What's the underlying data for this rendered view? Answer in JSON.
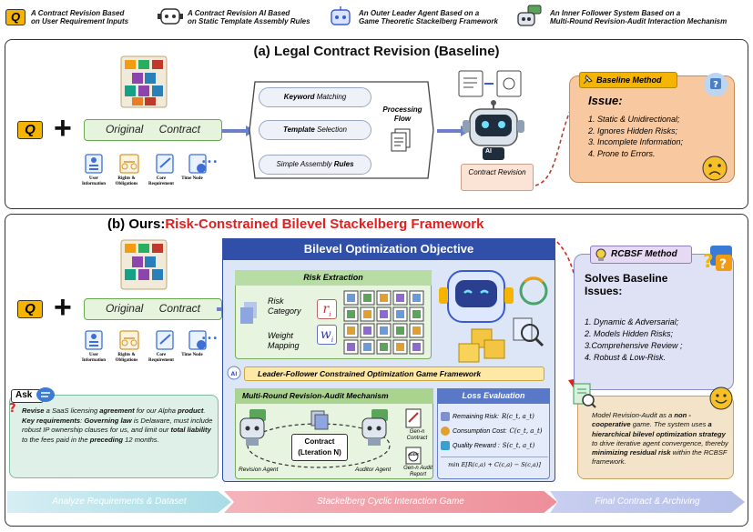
{
  "legend": {
    "items": [
      {
        "line1": "A Contract Revision Based",
        "line2": "on User Requirement Inputs",
        "icon": "q-badge-icon"
      },
      {
        "line1": "A Contract Revision AI Based",
        "line2": "on Static Template Assembly Rules",
        "icon": "robot-template-icon"
      },
      {
        "line1": "An Outer Leader Agent Based on a",
        "line2": "Game Theoretic Stackelberg Framework",
        "icon": "leader-robot-icon"
      },
      {
        "line1": "An Inner Follower System Based on a",
        "line2": "Multi-Round Revision-Audit Interaction Mechanism",
        "icon": "follower-system-icon"
      }
    ],
    "q_letter": "Q"
  },
  "panel_a": {
    "title": "(a) Legal Contract Revision (Baseline)",
    "q_letter": "Q",
    "original_contract": "Original Contract",
    "inputs": [
      "User Information",
      "Rights & Obligations",
      "Core Requirement",
      "Time Node"
    ],
    "ellipsis": "• • •",
    "steps": [
      {
        "bold": "Keyword",
        "rest": " Matching"
      },
      {
        "bold": "Template",
        "rest": " Selection"
      },
      {
        "bold": "Rules",
        "pre": "Simple Assembly "
      }
    ],
    "processing_flow": "Processing Flow",
    "robot_label": "AI",
    "revision_box": "Contract Revision",
    "baseline_method": "Baseline Method",
    "issue_title": "Issue:",
    "issues": [
      "1. Static & Unidirectional;",
      "2. Ignores Hidden Risks;",
      "3. Incomplete Information;",
      "4. Prone to Errors."
    ]
  },
  "panel_b": {
    "title_prefix": "(b) Ours:",
    "title_highlight": "Risk-Constrained Bilevel Stackelberg Framework",
    "q_letter": "Q",
    "original_contract": "Original Contract",
    "inputs": [
      "User Information",
      "Rights & Obligations",
      "Core Requirement",
      "Time Node"
    ],
    "ellipsis": "• • •",
    "ask_label": "Ask",
    "ask_text_parts": [
      {
        "b": true,
        "t": "Revise"
      },
      {
        "b": false,
        "t": " a SaaS licensing "
      },
      {
        "b": true,
        "t": "agreement"
      },
      {
        "b": false,
        "t": " for our Alpha "
      },
      {
        "b": true,
        "t": "product"
      },
      {
        "b": false,
        "t": ". "
      },
      {
        "b": true,
        "t": "Key requirements"
      },
      {
        "b": false,
        "t": ": "
      },
      {
        "b": true,
        "t": "Governing law"
      },
      {
        "b": false,
        "t": " is Delaware, must include robust IP ownership clauses for us, and limit our "
      },
      {
        "b": true,
        "t": "total liability"
      },
      {
        "b": false,
        "t": " to the fees paid in the "
      },
      {
        "b": true,
        "t": "preceding"
      },
      {
        "b": false,
        "t": " 12 months."
      }
    ],
    "bilevel_title": "Bilevel Optimization Objective",
    "risk_extraction": "Risk Extraction",
    "risk_category": "Risk Category",
    "weight_mapping": "Weight Mapping",
    "r_symbol": "r",
    "r_sub": "i",
    "w_symbol": "w",
    "w_sub": "i",
    "ai_badge": "AI",
    "leader_follower": "Leader-Follower Constrained Optimization Game Framework",
    "multi_round": "Multi-Round Revision-Audit Mechanism",
    "contract_card_line1": "Contract",
    "contract_card_line2": "(Lteration N)",
    "revision_agent": "Revision Agent",
    "auditor_agent": "Auditor Agent",
    "gen_contract_l1": "Gen-n",
    "gen_contract_l2": "Contract",
    "gen_audit_l1": "Gen-n Audit",
    "gen_audit_l2": "Report",
    "audit_icon_text": "AUDIT",
    "loss_title": "Loss Evaluation",
    "loss_items": [
      {
        "label": "Remaining Risk:",
        "formula": "R(c_t, a_t)"
      },
      {
        "label": "Consumption Cost:",
        "formula": "C(c_t, a_t)"
      },
      {
        "label": "Quality Reward :",
        "formula": "S(c_t, a_t)"
      }
    ],
    "loss_formula": "min E[R(c,a) + C(c,a) − S(c,a)]",
    "rcbsf_method": "RCBSF Method",
    "solves_title": "Solves Baseline Issues:",
    "solves": [
      "1. Dynamic & Adversarial;",
      "2. Models Hidden Risks;",
      "3.Comprehensive Review ;",
      "4. Robust & Low-Risk."
    ],
    "model_text_parts": [
      {
        "b": false,
        "t": "Model Revision-Audit as a "
      },
      {
        "b": true,
        "t": "non -cooperative"
      },
      {
        "b": false,
        "t": " game. The system uses "
      },
      {
        "b": true,
        "t": "a hierarchical bilevel optimization strategy"
      },
      {
        "b": false,
        "t": " to drive iterative agent convergence, thereby "
      },
      {
        "b": true,
        "t": "minimizing residual risk"
      },
      {
        "b": false,
        "t": " within the RCBSF framework."
      }
    ]
  },
  "footer": {
    "steps": [
      "Analyze Requirements & Dataset",
      "Stackelberg Cyclic Interaction Game",
      "Final Contract & Archiving"
    ]
  },
  "colors": {
    "accent_red": "#e02020",
    "bilevel_header": "#2f4fa8",
    "footer_1": "#a8dce6",
    "footer_2": "#ee8f9a",
    "footer_3": "#b5bfe8",
    "issue_fill": "#f8c9a0",
    "solves_fill": "#dfe1f4"
  }
}
